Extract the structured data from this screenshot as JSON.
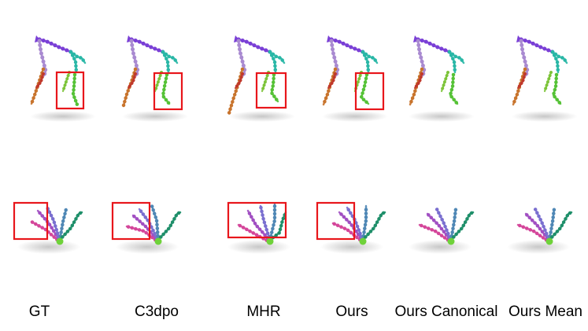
{
  "columns": [
    {
      "label": "GT",
      "skeleton_box": true,
      "hand_box": true
    },
    {
      "label": "C3dpo",
      "skeleton_box": true,
      "hand_box": true
    },
    {
      "label": "MHR",
      "skeleton_box": true,
      "hand_box": true
    },
    {
      "label": "Ours",
      "skeleton_box": true,
      "hand_box": true
    },
    {
      "label": "Ours Canonical",
      "skeleton_box": false,
      "hand_box": false
    },
    {
      "label": "Ours Mean",
      "skeleton_box": false,
      "hand_box": false
    }
  ],
  "colors": {
    "highlight_box": "#e8161b",
    "spine": "#7a3fd6",
    "left_arm": "#a98ad0",
    "left_leg": "#c8742d",
    "right_arm": "#29b7a6",
    "right_leg": "#55c236",
    "hand_fingers": [
      "#d4469a",
      "#a14fc2",
      "#7a6fcf",
      "#4f87b5",
      "#1f8f6a"
    ]
  }
}
